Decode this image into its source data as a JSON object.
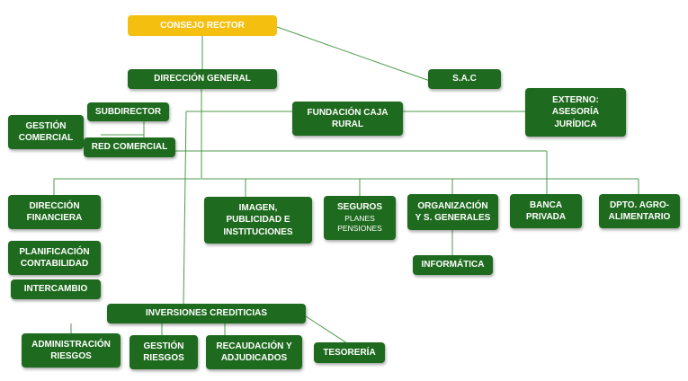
{
  "colors": {
    "top_box": "#f5bf0f",
    "box": "#1e6a1e",
    "connector": "#4c9a4c",
    "text": "#ffffff"
  },
  "nodes": {
    "consejo_rector": "CONSEJO RECTOR",
    "direccion_general": "DIRECCIÓN GENERAL",
    "sac": "S.A.C",
    "subdirector": "SUBDIRECTOR",
    "gestion_comercial": [
      "GESTIÓN",
      "COMERCIAL"
    ],
    "fundacion": [
      "FUNDACIÓN CAJA",
      "RURAL"
    ],
    "externo": [
      "EXTERNO:",
      "ASESORÍA",
      "JURÍDICA"
    ],
    "red_comercial": "RED COMERCIAL",
    "direccion_financiera": [
      "DIRECCIÓN",
      "FINANCIERA"
    ],
    "planificacion": [
      "PLANIFICACIÓN",
      "CONTABILIDAD"
    ],
    "intercambio": "INTERCAMBIO",
    "imagen": [
      "IMAGEN,",
      "PUBLICIDAD E",
      "INSTITUCIONES"
    ],
    "seguros": {
      "title": "SEGUROS",
      "lines": [
        "PLANES",
        "PENSIONES"
      ]
    },
    "organizacion": [
      "ORGANIZACIÓN",
      "Y S. GENERALES"
    ],
    "informatica": "INFORMÁTICA",
    "banca_privada": [
      "BANCA",
      "PRIVADA"
    ],
    "dpto_agro": [
      "DPTO. AGRO-",
      "ALIMENTARIO"
    ],
    "inversiones": "INVERSIONES CREDITICIAS",
    "administracion": [
      "ADMINISTRACIÓN",
      "RIESGOS"
    ],
    "gestion_riesgos": [
      "GESTIÓN",
      "RIESGOS"
    ],
    "recaudacion": [
      "RECAUDACIÓN Y",
      "ADJUDICADOS"
    ],
    "tesoreria": "TESORERÍA"
  }
}
